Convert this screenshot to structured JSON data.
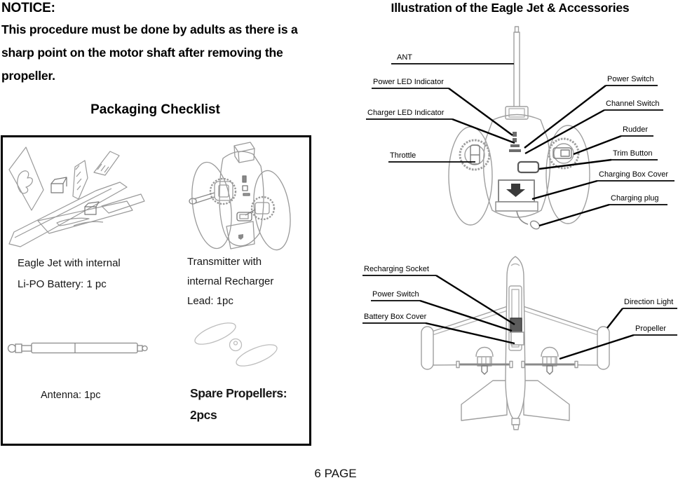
{
  "page": {
    "footer": "6 PAGE"
  },
  "notice": {
    "heading": "NOTICE:",
    "body": "This procedure must be done by adults as there is a sharp point on the motor shaft after removing the propeller."
  },
  "checklist": {
    "title": "Packaging Checklist",
    "items": [
      {
        "label": "Eagle Jet with internal\nLi-PO Battery: 1 pc"
      },
      {
        "label": "Transmitter with\ninternal Recharger\nLead: 1pc"
      },
      {
        "label": "Antenna: 1pc"
      },
      {
        "label": "Spare Propellers:\n2pcs"
      }
    ]
  },
  "illustration": {
    "title": "Illustration of the Eagle Jet & Accessories",
    "transmitter_labels": [
      {
        "text": "ANT"
      },
      {
        "text": "Power LED Indicator"
      },
      {
        "text": "Charger LED Indicator"
      },
      {
        "text": "Throttle"
      },
      {
        "text": "Power Switch"
      },
      {
        "text": "Channel Switch"
      },
      {
        "text": "Rudder"
      },
      {
        "text": "Trim Button"
      },
      {
        "text": "Charging Box Cover"
      },
      {
        "text": "Charging plug"
      }
    ],
    "jet_labels": [
      {
        "text": "Recharging Socket"
      },
      {
        "text": "Power Switch"
      },
      {
        "text": "Battery Box Cover"
      },
      {
        "text": "Direction Light"
      },
      {
        "text": "Propeller"
      }
    ]
  },
  "colors": {
    "line_art": "#9a9a9a",
    "leader_line": "#000000",
    "text": "#000000"
  }
}
